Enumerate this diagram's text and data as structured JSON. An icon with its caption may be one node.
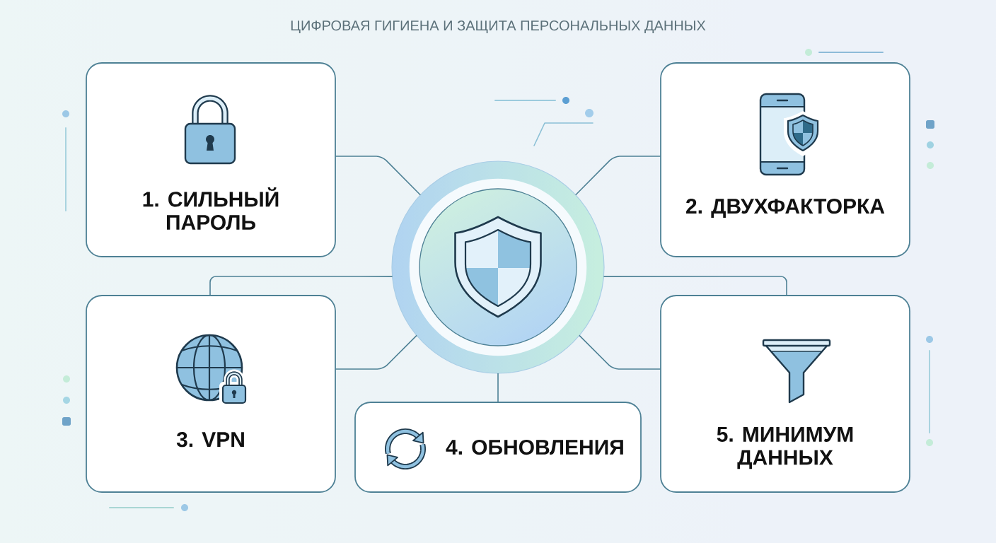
{
  "diagram": {
    "title": "ЦИФРОВАЯ ГИГИЕНА И ЗАЩИТА ПЕРСОНАЛЬНЫХ ДАННЫХ",
    "nodes": [
      {
        "text": [],
        "shape": "circle"
      },
      {
        "text": [
          "1. СИЛЬНЫЙ ПАРОЛЬ"
        ]
      },
      {
        "text": [
          "2. ДВУХФАКТОРКА"
        ]
      },
      {
        "text": [
          "3. VPN"
        ]
      },
      {
        "text": [
          "4. ОБНОВЛЕНИЯ"
        ]
      },
      {
        "text": [
          "5. МИНИМУМ ДАННЫХ"
        ]
      }
    ],
    "edges": [
      {
        "from": 0,
        "to": 1,
        "arrow": "none"
      },
      {
        "from": 0,
        "to": 2,
        "arrow": "none"
      },
      {
        "from": 0,
        "to": 3,
        "arrow": "none"
      },
      {
        "from": 0,
        "to": 5,
        "arrow": "none"
      },
      {
        "from": 0,
        "to": 3,
        "arrow": "none"
      },
      {
        "from": 0,
        "to": 4,
        "arrow": "none"
      },
      {
        "from": 0,
        "to": 5,
        "arrow": "none"
      }
    ]
  }
}
